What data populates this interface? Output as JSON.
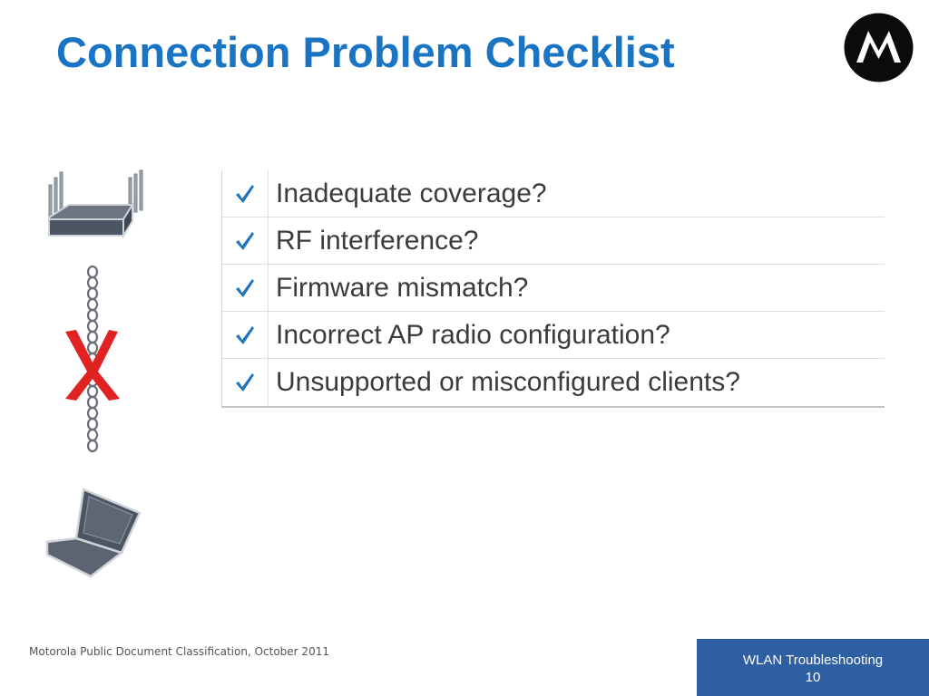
{
  "slide": {
    "title": "Connection Problem Checklist",
    "checklist": [
      "Inadequate coverage?",
      "RF interference?",
      "Firmware mismatch?",
      "Incorrect AP radio configuration?",
      "Unsupported or misconfigured clients?"
    ],
    "footer": {
      "classification": "Motorola Public Document Classification, October 2011",
      "course": "WLAN Troubleshooting",
      "page_number": "10"
    }
  },
  "icons": {
    "logo": "motorola-logo",
    "check": "checkmark-icon",
    "access_point": "access-point-icon",
    "chain": "broken-chain-icon",
    "laptop": "laptop-icon"
  },
  "colors": {
    "title": "#1a74c4",
    "check": "#1f73c0",
    "cross": "#e02222",
    "footer_box": "#2e5fa3",
    "device_fill": "#4b5563"
  }
}
